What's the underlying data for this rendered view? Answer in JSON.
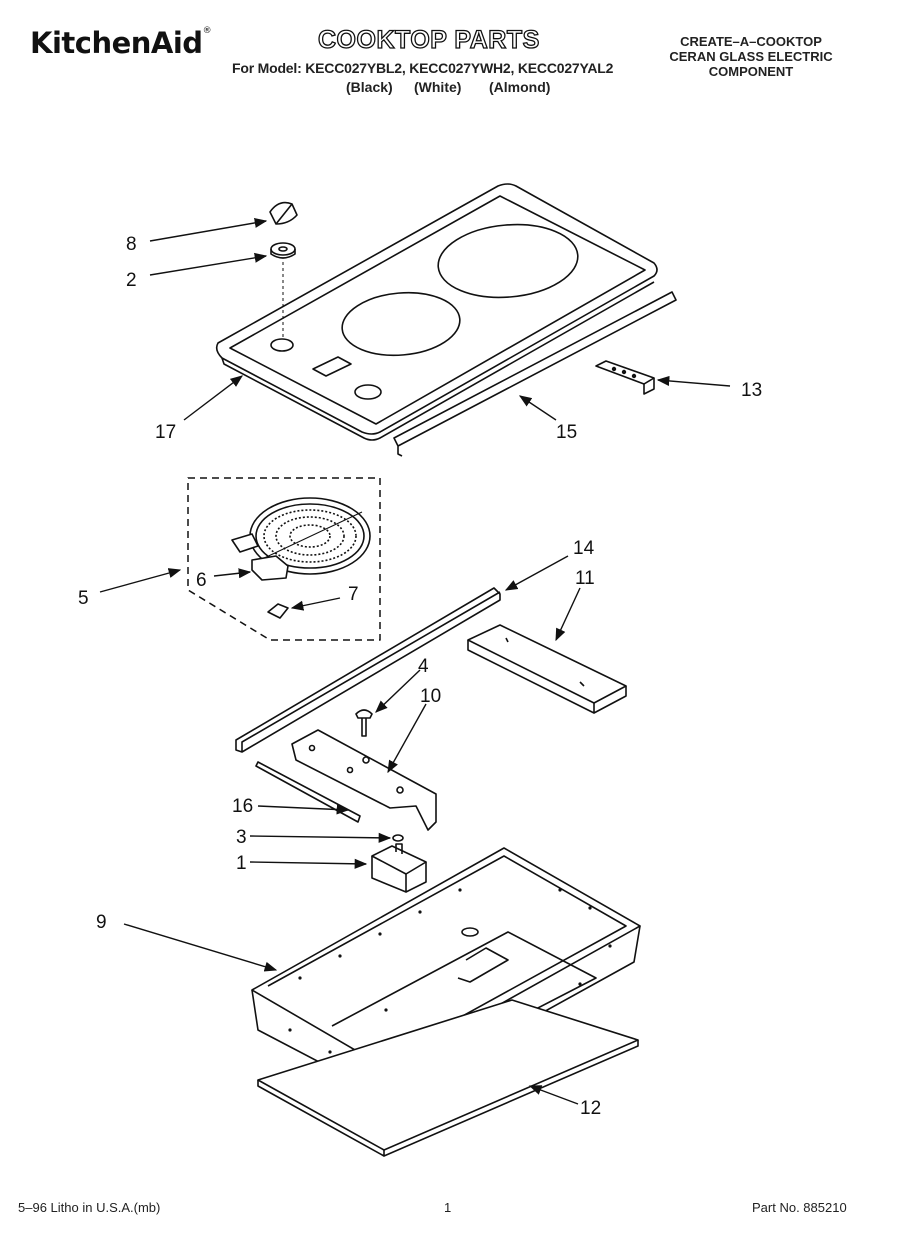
{
  "header": {
    "brand": "KitchenAid",
    "brand_mark": "®",
    "title": "COOKTOP PARTS",
    "model_line": "For Model: KECC027YBL2, KECC027YWH2, KECC027YAL2",
    "color_labels": [
      "(Black)",
      "(White)",
      "(Almond)"
    ],
    "right_lines": [
      "CREATE–A–COOKTOP",
      "CERAN GLASS ELECTRIC",
      "COMPONENT"
    ]
  },
  "callouts": [
    "8",
    "2",
    "17",
    "15",
    "13",
    "5",
    "6",
    "7",
    "14",
    "11",
    "4",
    "10",
    "16",
    "3",
    "1",
    "9",
    "12"
  ],
  "footer": {
    "left": "5–96 Litho in U.S.A.(mb)",
    "center": "1",
    "right": "Part No. 885210"
  }
}
